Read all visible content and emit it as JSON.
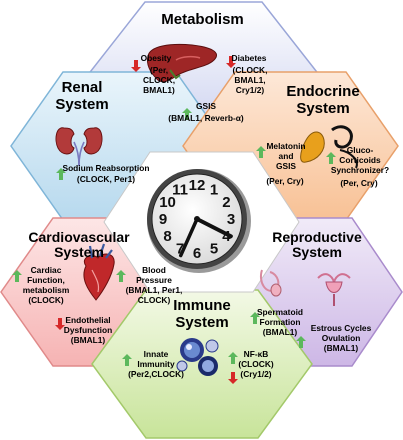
{
  "colors": {
    "metabolism": "#dfe2f5",
    "renal": "#d8eaf5",
    "endocrine": "#fcd9bd",
    "cardiovascular": "#fad4d4",
    "reproductive": "#e6dcf2",
    "immune": "#e4f2cc",
    "up_arrow": "#5cb85c",
    "down_arrow": "#d62828"
  },
  "systems": {
    "metabolism": {
      "title": "Metabolism",
      "obesity": "Obesity",
      "obesity_genes": "(Per,\nCLOCK,\nBMAL1)",
      "diabetes": "Diabetes",
      "diabetes_genes": "(CLOCK,\nBMAL1,\nCry1/2)",
      "gsis": "GSIS",
      "gsis_genes": "(BMAL1, Reverb-α)"
    },
    "renal": {
      "title": "Renal\nSystem",
      "sodium": "Sodium Reabsorption",
      "sodium_genes": "(CLOCK, Per1)"
    },
    "endocrine": {
      "title": "Endocrine\nSystem",
      "melatonin": "Melatonin\nand\nGSIS",
      "melatonin_genes": "(Per, Cry)",
      "gluco": "Gluco-\nCorticoids\nSynchronizer?",
      "gluco_genes": "(Per, Cry)"
    },
    "cardiovascular": {
      "title": "Cardiovascular\nSystem",
      "cardiac": "Cardiac\nFunction,\nmetabolism\n(CLOCK)",
      "bp": "Blood\nPressure\n(BMAL1, Per1,\nCLOCK)",
      "endothelial": "Endothelial\nDysfunction\n(BMAL1)"
    },
    "reproductive": {
      "title": "Reproductive\nSystem",
      "spermatoid": "Spermatoid\nFormation\n(BMAL1)",
      "estrous": "Estrous Cycles\nOvulation\n(BMAL1)"
    },
    "immune": {
      "title": "Immune\nSystem",
      "innate": "Innate\nImmunity\n(Per2,CLOCK)",
      "nfkb": "NF-κB\n(CLOCK)\n(Cry1/2)"
    }
  },
  "clock": {
    "numerals": [
      "12",
      "1",
      "2",
      "3",
      "4",
      "5",
      "6",
      "7",
      "8",
      "9",
      "10",
      "11"
    ],
    "hour_value": 3.9,
    "minute_value": 34
  }
}
